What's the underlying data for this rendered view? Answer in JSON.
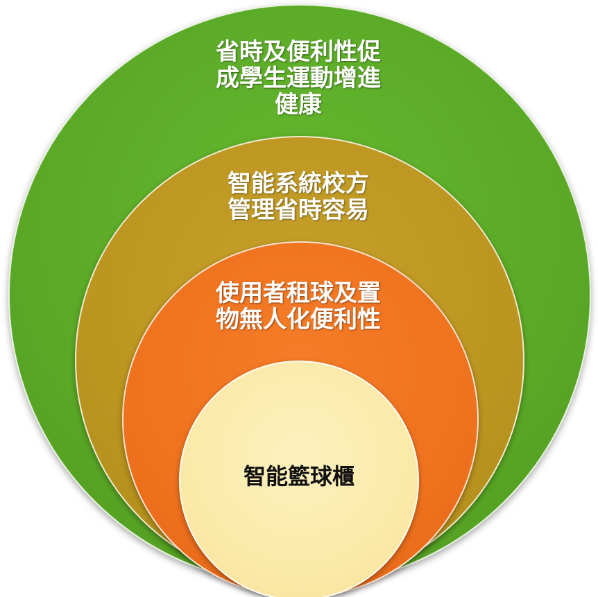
{
  "diagram": {
    "rings": [
      {
        "text": "省時及便利性促\n成學生運動增進\n健康",
        "color": "#5aa826"
      },
      {
        "text": "智能系統校方\n管理省時容易",
        "color": "#bb9520"
      },
      {
        "text": "使用者租球及置\n物無人化便利性",
        "color": "#ef721e"
      },
      {
        "text": "智能籃球櫃",
        "color": "#fbe8a6"
      }
    ]
  }
}
